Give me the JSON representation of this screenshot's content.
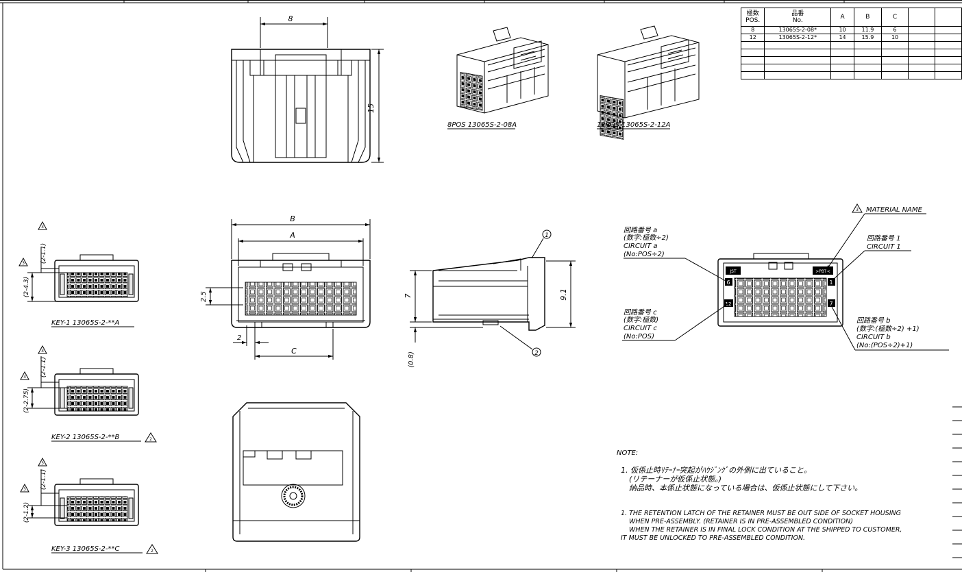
{
  "table": {
    "header": [
      "極数\nPOS.",
      "品番\nNo.",
      "A",
      "B",
      "C",
      "",
      ""
    ],
    "rows": [
      [
        "8",
        "13065S-2-08*",
        "10",
        "11.9",
        "6",
        "",
        ""
      ],
      [
        "12",
        "13065S-2-12*",
        "14",
        "15.9",
        "10",
        "",
        ""
      ],
      [
        "",
        "",
        "",
        "",
        "",
        "",
        ""
      ],
      [
        "",
        "",
        "",
        "",
        "",
        "",
        ""
      ],
      [
        "",
        "",
        "",
        "",
        "",
        "",
        ""
      ],
      [
        "",
        "",
        "",
        "",
        "",
        "",
        ""
      ],
      [
        "",
        "",
        "",
        "",
        "",
        "",
        ""
      ]
    ]
  },
  "dims": {
    "top_width": "8",
    "top_height": "15",
    "front_B": "B",
    "front_A": "A",
    "front_pitch": "2.5",
    "front_2": "2",
    "front_C": "C",
    "side_7": "7",
    "side_91": "9.1",
    "side_08": "(0.8)",
    "callout_1": "1",
    "callout_2": "2"
  },
  "iso": {
    "label_8": "8POS 13065S-2-08A",
    "label_12": "12POS 13065S-2-12A"
  },
  "keys": {
    "k1": {
      "label": "KEY-1 13065S-2-**A",
      "dim_a": "(2-1.1)",
      "dim_b": "(2-4.3)"
    },
    "k2": {
      "label": "KEY-2 13065S-2-**B",
      "dim_a": "(2-1.1)",
      "dim_b": "(2-2.75)"
    },
    "k3": {
      "label": "KEY-3 13065S-2-**C",
      "dim_a": "(2-1.1)",
      "dim_b": "(2-1.2)"
    },
    "rev": "3",
    "rev2": "2"
  },
  "circuit": {
    "material": "MATERIAL NAME",
    "a_jp": "回路番号 a",
    "a_jp2": "(数字:極数÷2)",
    "a_en": "CIRCUIT a",
    "a_en2": "(No:POS÷2)",
    "one_jp": "回路番号 1",
    "one_en": "CIRCUIT 1",
    "c_jp": "回路番号 c",
    "c_jp2": "(数字:極数)",
    "c_en": "CIRCUIT c",
    "c_en2": "(No:POS)",
    "b_jp": "回路番号 b",
    "b_jp2": "(数字:(極数÷2) +1)",
    "b_en": "CIRCUIT b",
    "b_en2": "(No:(POS÷2)+1)",
    "pos6": "6",
    "pos1": "1",
    "pos12": "12",
    "pos7": "7",
    "mark_l": "JST",
    "mark_r": ">PBT<"
  },
  "notes": {
    "title": "NOTE:",
    "jp1": "1. 仮係止時ﾘﾃｰﾅｰ突起がﾊｳｼﾞﾝｸﾞの外側に出ていること。",
    "jp2": "(リテーナーが仮係止状態。)",
    "jp3": "納品時、本係止状態になっている場合は、仮係止状態にして下さい。",
    "en1": "1. THE RETENTION LATCH OF THE RETAINER MUST BE OUT SIDE OF SOCKET HOUSING",
    "en2": "WHEN PRE-ASSEMBLY. (RETAINER IS IN PRE-ASSEMBLED CONDITION)",
    "en3": "WHEN THE RETAINER IS IN FINAL LOCK CONDITION AT THE SHIPPED TO CUSTOMER,",
    "en4": "IT MUST BE UNLOCKED TO PRE-ASSEMBLED CONDITION."
  }
}
